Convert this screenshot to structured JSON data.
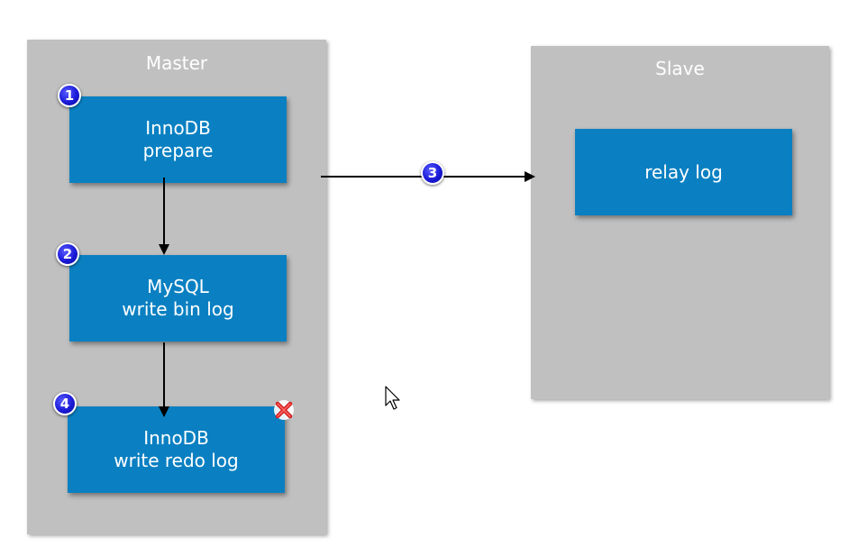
{
  "master": {
    "title": "Master",
    "steps": [
      {
        "badge": "1",
        "line1": "InnoDB",
        "line2": "prepare"
      },
      {
        "badge": "2",
        "line1": "MySQL",
        "line2": "write bin log"
      },
      {
        "badge": "4",
        "line1": "InnoDB",
        "line2": "write redo log"
      }
    ]
  },
  "slave": {
    "title": "Slave",
    "box_label": "relay log"
  },
  "transfer_badge": "3",
  "icons": {
    "fail_marker": "red-x-icon",
    "cursor": "mouse-pointer-icon"
  },
  "colors": {
    "panel": "#c0c0c0",
    "box": "#0a80c2",
    "badge": "#1a1ad8",
    "fail": "#d42020"
  }
}
